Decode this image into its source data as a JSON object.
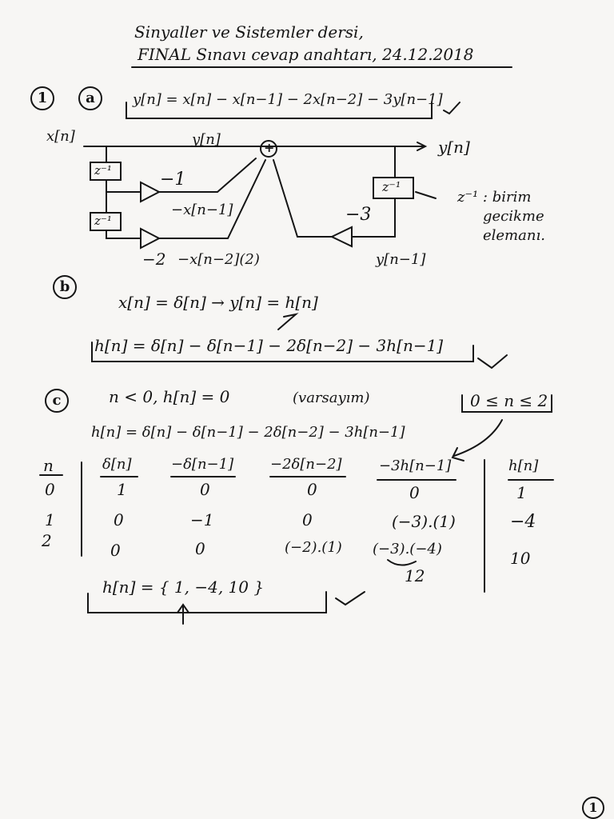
{
  "header": {
    "line1": "Sinyaller ve Sistemler dersi,",
    "line2": "FINAL Sınavı cevap anahtarı, 24.12.2018"
  },
  "question1": {
    "number": "1",
    "part_a": {
      "marker": "a",
      "equation": "y[n] = x[n] − x[n−1] − 2x[n−2] − 3y[n−1]",
      "diagram": {
        "input": "x[n]",
        "output": "y[n]",
        "mid_label": "y[n]",
        "delay1": "z⁻¹",
        "delay2": "z⁻¹",
        "delay3": "z⁻¹",
        "gain1": "−1",
        "gain1_out": "−x[n−1]",
        "gain2": "−2",
        "gain2_out": "−x[n−2](2)",
        "gain3": "−3",
        "feedback_out": "y[n−1]",
        "adder": "+",
        "note_line1": "z⁻¹ : birim",
        "note_line2": "gecikme",
        "note_line3": "elemanı."
      }
    },
    "part_b": {
      "marker": "b",
      "line1": "x[n] = δ[n]  →  y[n] = h[n]",
      "line2": "h[n] = δ[n] − δ[n−1] − 2δ[n−2] − 3h[n−1]"
    },
    "part_c": {
      "marker": "c",
      "condition": "n < 0,  h[n] = 0",
      "assumption": "(varsayım)",
      "range": "0 ≤ n ≤ 2",
      "recursion": "h[n] = δ[n] − δ[n−1] − 2δ[n−2] − 3h[n−1]",
      "table": {
        "headers": [
          "n",
          "δ[n]",
          "−δ[n−1]",
          "−2δ[n−2]",
          "−3h[n−1]",
          "h[n]"
        ],
        "rows": [
          [
            "0",
            "1",
            "0",
            "0",
            "0",
            "1"
          ],
          [
            "1",
            "0",
            "−1",
            "0",
            "(−3).(1)",
            "−4"
          ],
          [
            "2",
            "0",
            "0",
            "(−2).(1)",
            "(−3).(−4)",
            "10"
          ]
        ],
        "note": "12"
      },
      "result": "h[n] = { 1, −4, 10 }"
    }
  },
  "page_number": "1"
}
